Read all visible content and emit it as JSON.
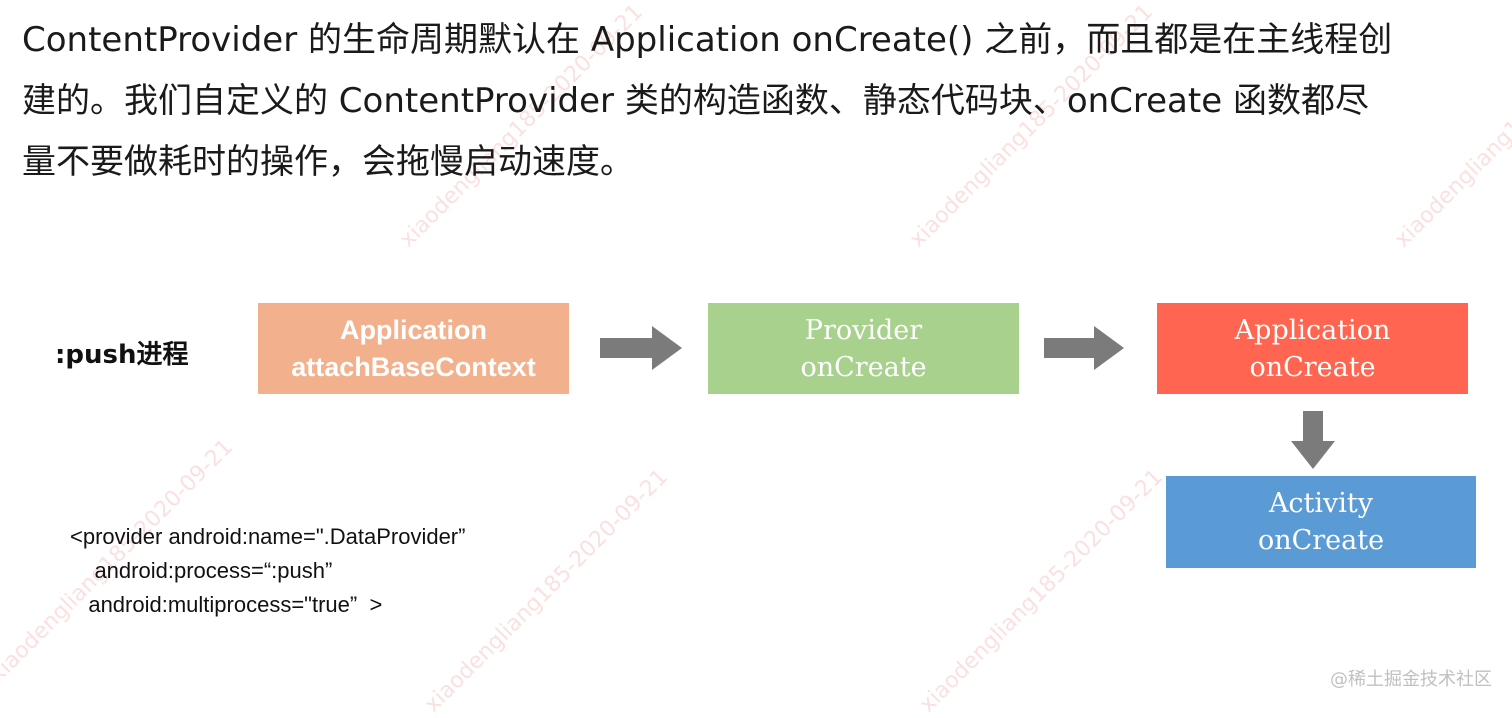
{
  "paragraph": {
    "line1": "ContentProvider 的生命周期默认在 Application onCreate() 之前，而且都是在主线程创",
    "line2": "建的。我们自定义的 ContentProvider 类的构造函数、静态代码块、onCreate 函数都尽",
    "line3": "量不要做耗时的操作，会拖慢启动速度。"
  },
  "process_label": ":push进程",
  "boxes": {
    "app_attach": {
      "line1": "Application",
      "line2": "attachBaseContext",
      "color": "#f2b08c"
    },
    "provider": {
      "line1": "Provider",
      "line2": "onCreate",
      "color": "#a9d18e"
    },
    "app_create": {
      "line1": "Application",
      "line2": "onCreate",
      "color": "#ff6550"
    },
    "activity": {
      "line1": "Activity",
      "line2": "onCreate",
      "color": "#5b9bd5"
    }
  },
  "arrow_color": "#7b7b7b",
  "code": {
    "line1": "<provider android:name=\".DataProvider”",
    "line2": "    android:process=“:push”",
    "line3": "   android:multiprocess=\"true”  >"
  },
  "watermark_text": "xiaodengliang185-2020-09-21",
  "credit": "@稀土掘金技术社区"
}
